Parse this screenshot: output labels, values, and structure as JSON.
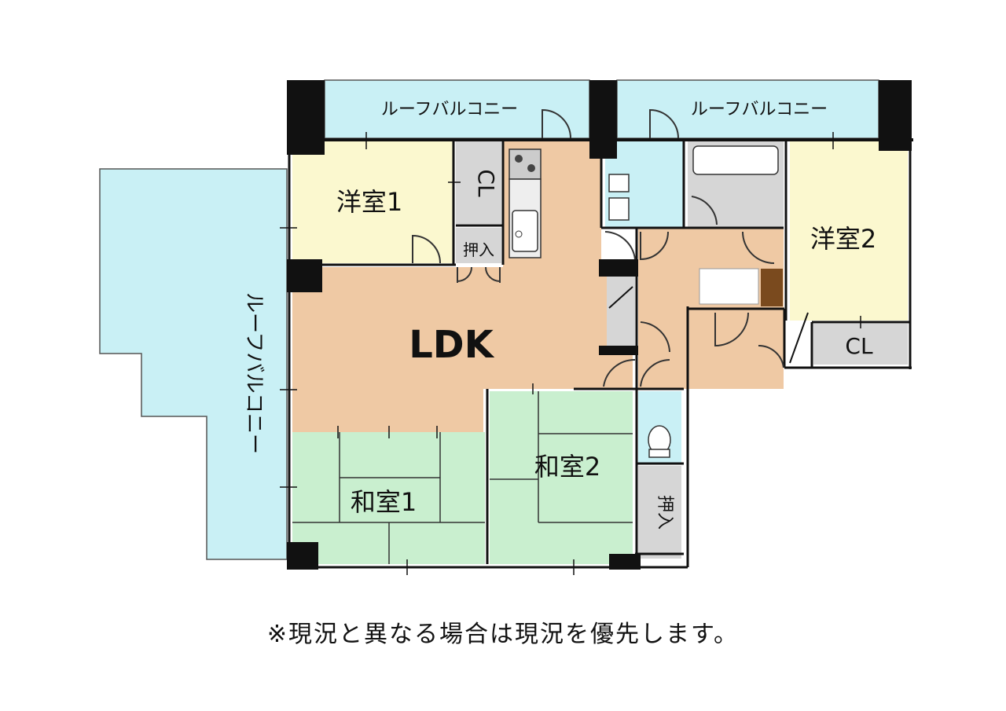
{
  "plan": {
    "rooms": {
      "western1": "洋室1",
      "western2": "洋室2",
      "ldk": "LDK",
      "japanese1": "和室1",
      "japanese2": "和室2"
    },
    "storage": {
      "cl1": "CL",
      "cl2": "CL",
      "oshiire1": "押入",
      "oshiire2": "押入"
    },
    "balconies": {
      "top_left": "ルーフバルコニー",
      "top_right": "ルーフバルコニー",
      "left": "ルーフバルコニー"
    },
    "colors": {
      "ldk": "#efc9a4",
      "western": "#fbf8cf",
      "japanese": "#c9efcf",
      "balcony": "#c9f0f5",
      "wet": "#c9f0f5",
      "storage": "#d6d6d6",
      "wall": "#111111",
      "brown_cabinet": "#7a4a1e"
    }
  },
  "footer": {
    "note": "※現況と異なる場合は現況を優先します。"
  }
}
